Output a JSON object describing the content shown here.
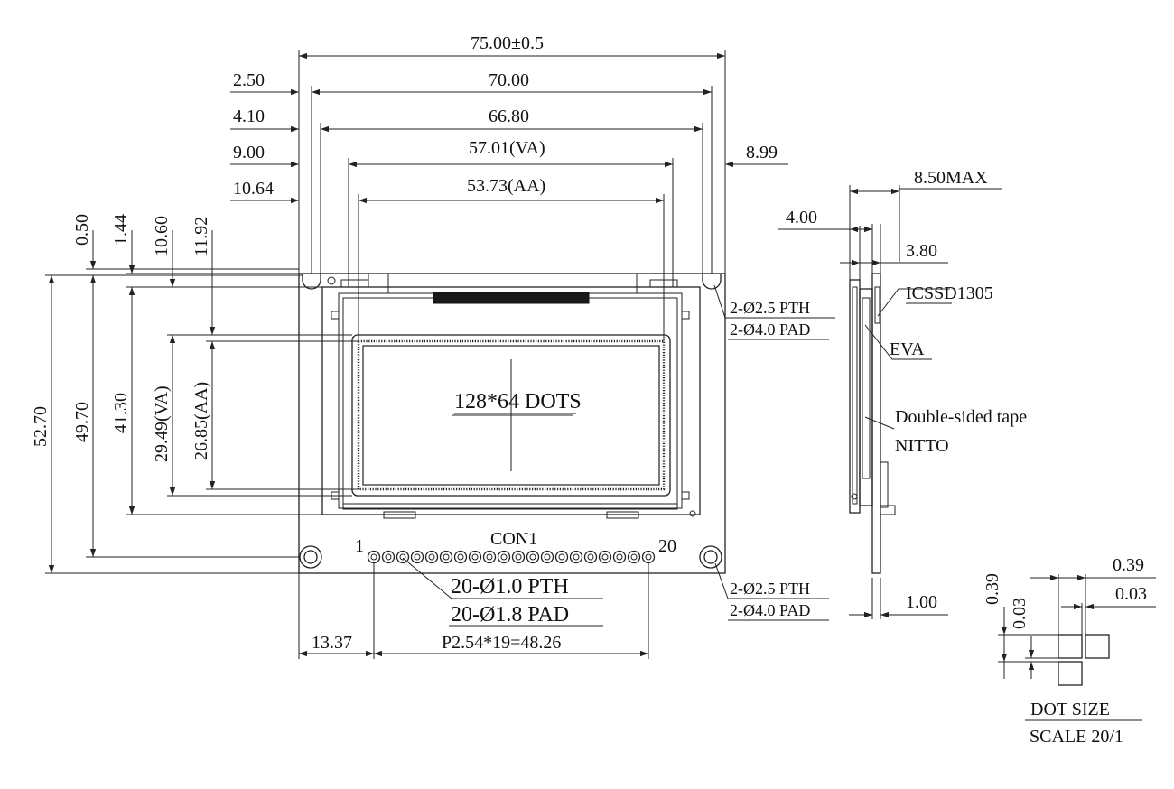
{
  "dimensions": {
    "overall_width": "75.00±0.5",
    "hole_pitch": "70.00",
    "hole_left": "2.50",
    "pcb_inner_width": "66.80",
    "pcb_inner_left": "4.10",
    "va_width": "57.01(VA)",
    "va_left": "9.00",
    "va_right": "8.99",
    "aa_width": "53.73(AA)",
    "aa_left": "10.64",
    "overall_height": "52.70",
    "hole_height": "49.70",
    "panel_height": "41.30",
    "va_height": "29.49(VA)",
    "aa_height": "26.85(AA)",
    "top_0_50": "0.50",
    "top_1_44": "1.44",
    "top_10_60": "10.60",
    "top_11_92": "11.92",
    "con_left": "13.37",
    "pin_pitch": "P2.54*19=48.26"
  },
  "labels": {
    "dots": "128*64 DOTS",
    "connector": "CON1",
    "pin_first": "1",
    "pin_last": "20",
    "pth_top_1": "2-Ø2.5 PTH",
    "pth_top_2": "2-Ø4.0 PAD",
    "pth_bot_1": "2-Ø2.5 PTH",
    "pth_bot_2": "2-Ø4.0 PAD",
    "pin_pth": "20-Ø1.0 PTH",
    "pin_pad": "20-Ø1.8 PAD"
  },
  "side": {
    "max_thickness": "8.50MAX",
    "dim_4_00": "4.00",
    "dim_3_80": "3.80",
    "dim_1_00": "1.00",
    "ic": "ICSSD1305",
    "eva": "EVA",
    "tape": "Double-sided tape",
    "nitto": "NITTO"
  },
  "dot_detail": {
    "pitch_h": "0.39",
    "gap_h": "0.03",
    "pitch_v": "0.39",
    "gap_v": "0.03",
    "title": "DOT SIZE",
    "scale": "SCALE 20/1"
  }
}
